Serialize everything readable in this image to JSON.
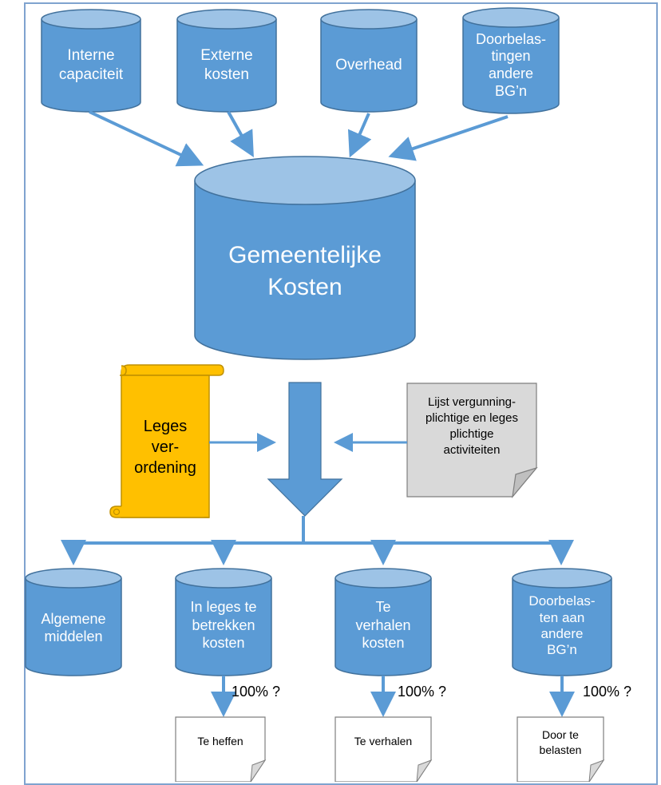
{
  "sources": [
    {
      "label": "Interne\ncapaciteit"
    },
    {
      "label": "Externe\nkosten"
    },
    {
      "label": "Overhead"
    },
    {
      "label": "Doorbelas-\ntingen\nandere\nBG’n"
    }
  ],
  "central": {
    "label": "Gemeentelijke\nKosten"
  },
  "scroll": {
    "label": "Leges\nver-\nordening"
  },
  "note": {
    "label": "Lijst vergunning-\nplichtige en leges\nplichtige\nactiviteiten"
  },
  "outputs": [
    {
      "label": "Algemene\nmiddelen"
    },
    {
      "label": "In leges te\nbetrekken\nkosten",
      "percent": "100% ?",
      "doc": "Te heffen"
    },
    {
      "label": "Te\nverhalen\nkosten",
      "percent": "100% ?",
      "doc": "Te verhalen"
    },
    {
      "label": "Doorbelas-\nten aan\nandere\nBG’n",
      "percent": "100% ?",
      "doc": "Door te\nbelasten"
    }
  ],
  "colors": {
    "cylinder_body": "#5b9bd5",
    "cylinder_top": "#9dc3e6",
    "cylinder_stroke": "#41719c",
    "arrow": "#5b9bd5",
    "scroll_fill": "#ffc000",
    "scroll_stroke": "#bf9000",
    "note_fill": "#d9d9d9"
  }
}
